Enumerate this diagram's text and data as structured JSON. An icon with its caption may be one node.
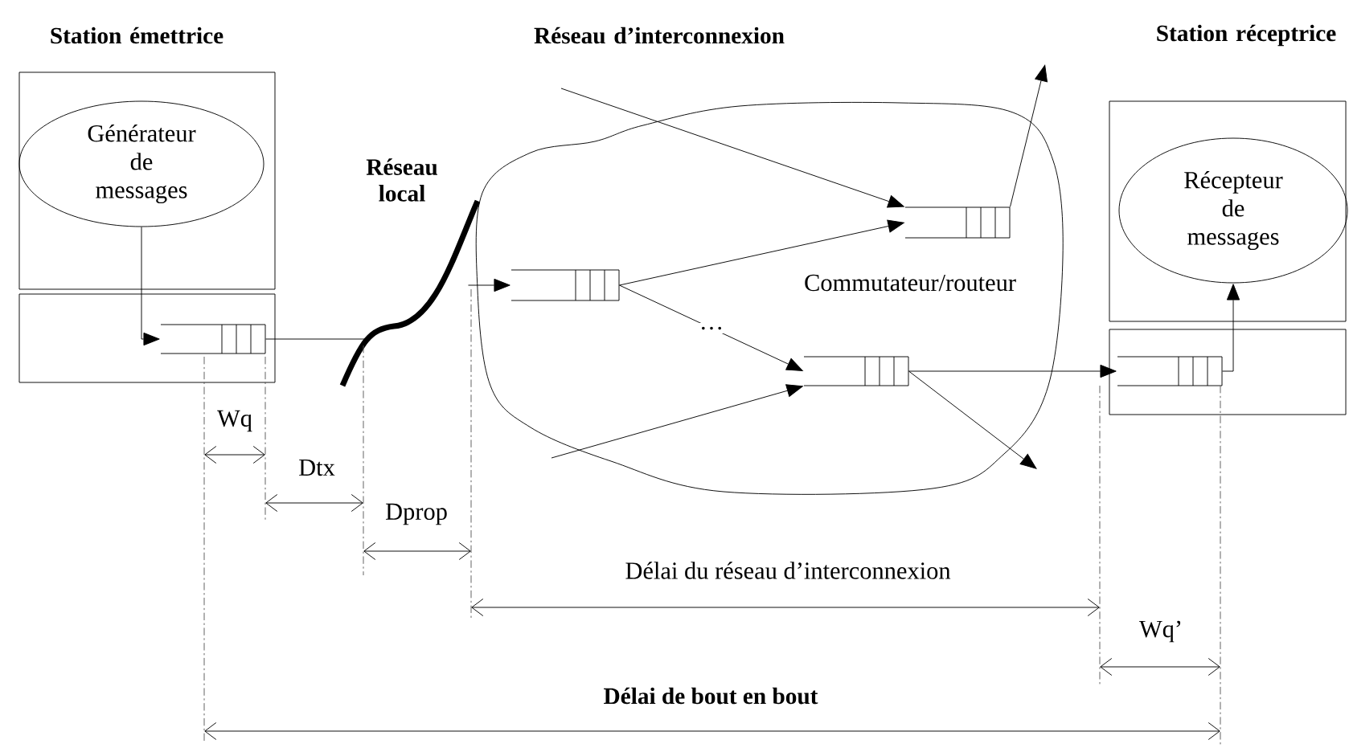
{
  "diagram": {
    "nodes": [
      {
        "text": [
          "Station émettrice"
        ]
      },
      {
        "text": [
          "Générateur de messages"
        ],
        "in": 0
      },
      {
        "text": [],
        "shape": "box"
      },
      {
        "text": [],
        "shape": "queue",
        "in": 2
      },
      {
        "text": [
          "Réseau local"
        ]
      },
      {
        "text": [
          "Réseau d’interconnexion"
        ]
      },
      {
        "text": [],
        "shape": "queue",
        "in": 5
      },
      {
        "text": [],
        "shape": "queue",
        "in": 5
      },
      {
        "text": [],
        "shape": "queue",
        "in": 5
      },
      {
        "text": [
          "Station réceptrice"
        ]
      },
      {
        "text": [
          "Récepteur de messages"
        ],
        "in": 9
      },
      {
        "text": [],
        "shape": "box"
      },
      {
        "text": [],
        "shape": "queue",
        "in": 11
      }
    ],
    "edges": [
      {
        "from": 1,
        "to": 3,
        "arrow": "to"
      },
      {
        "from": 3,
        "to": 4,
        "arrow": "none"
      },
      {
        "from": 4,
        "to": 6,
        "arrow": "to"
      },
      {
        "from": 6,
        "to": 7,
        "arrow": "to"
      },
      {
        "from": 6,
        "to": 8,
        "arrow": "to",
        "label": "…"
      },
      {
        "from": null,
        "to": 7,
        "arrow": "to"
      },
      {
        "from": 7,
        "to": null,
        "arrow": "to"
      },
      {
        "from": null,
        "to": 8,
        "arrow": "to"
      },
      {
        "from": 8,
        "to": null,
        "arrow": "to"
      },
      {
        "from": 8,
        "to": 12,
        "arrow": "to"
      },
      {
        "from": 12,
        "to": 10,
        "arrow": "to"
      }
    ],
    "labels": [
      "Commutateur/routeur",
      "Wq",
      "Dtx",
      "Dprop",
      "Délai du réseau d’interconnexion",
      "Wq’",
      "Délai de bout en bout"
    ]
  }
}
